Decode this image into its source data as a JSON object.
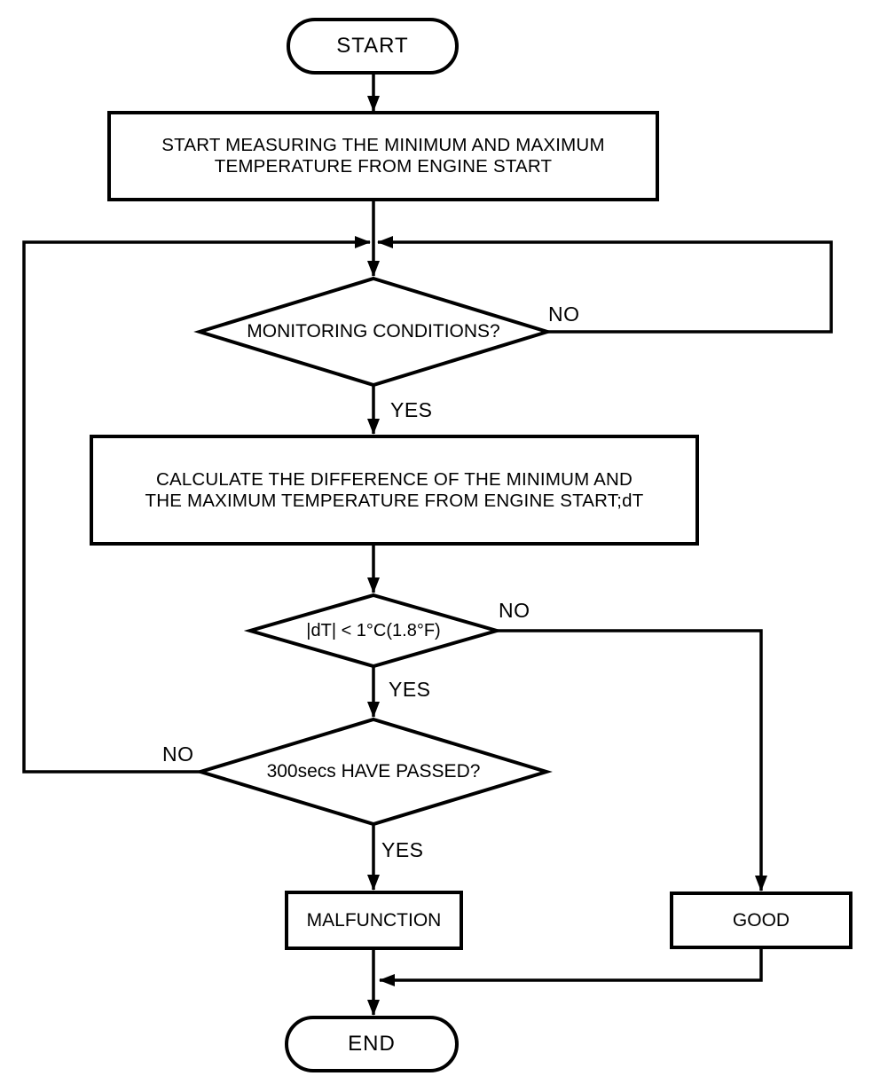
{
  "flowchart": {
    "nodes": {
      "start": {
        "shape": "terminator",
        "label": "START"
      },
      "measure": {
        "shape": "process",
        "lines": [
          "START MEASURING THE MINIMUM AND MAXIMUM",
          "TEMPERATURE FROM ENGINE START"
        ]
      },
      "monitoring": {
        "shape": "decision",
        "text": "MONITORING CONDITIONS?"
      },
      "calculate": {
        "shape": "process",
        "lines": [
          "CALCULATE THE DIFFERENCE OF THE MINIMUM AND",
          "THE MAXIMUM TEMPERATURE FROM ENGINE START;dT"
        ]
      },
      "dt_check": {
        "shape": "decision",
        "text": "|dT| < 1°C(1.8°F)"
      },
      "secs_check": {
        "shape": "decision",
        "text": "300secs HAVE PASSED?"
      },
      "malfunction": {
        "shape": "process",
        "label": "MALFUNCTION"
      },
      "good": {
        "shape": "process",
        "label": "GOOD"
      },
      "end": {
        "shape": "terminator",
        "label": "END"
      }
    },
    "edge_labels": {
      "monitoring_no": "NO",
      "monitoring_yes": "YES",
      "dt_no": "NO",
      "dt_yes": "YES",
      "secs_no": "NO",
      "secs_yes": "YES"
    },
    "colors": {
      "line": "#000000",
      "background": "#ffffff",
      "text": "#000000"
    }
  }
}
